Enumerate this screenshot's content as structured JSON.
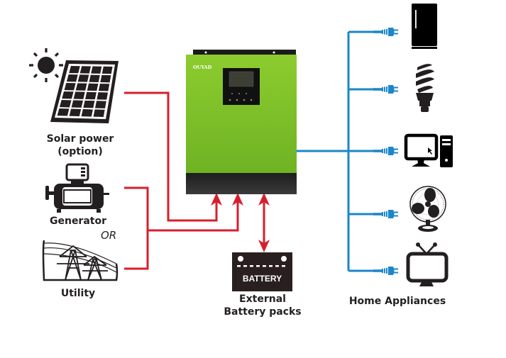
{
  "title": "Off-grid solar inverter system connection diagram",
  "colors": {
    "ac_input_line": "#d71f2c",
    "output_line": "#1b86c9",
    "inverter_body": "#7cc02a",
    "inverter_base": "#2b2b2b",
    "icon": "#231f20"
  },
  "inverter": {
    "brand": "OUYAD",
    "display_buttons": [
      "",
      "",
      "",
      ""
    ]
  },
  "sources": {
    "solar": {
      "label_line1": "Solar power",
      "label_line2": "(option)",
      "icon": "solar-panel-icon"
    },
    "generator": {
      "label": "Generator",
      "icon": "generator-icon"
    },
    "or_text": "OR",
    "utility": {
      "label": "Utility",
      "icon": "power-tower-icon"
    }
  },
  "battery": {
    "badge": "BATTERY",
    "label_line1": "External",
    "label_line2": "Battery packs"
  },
  "appliances": {
    "label": "Home Appliances",
    "items": [
      {
        "name": "refrigerator",
        "icon": "refrigerator-icon"
      },
      {
        "name": "light bulb",
        "icon": "cfl-bulb-icon"
      },
      {
        "name": "computer",
        "icon": "computer-icon"
      },
      {
        "name": "fan",
        "icon": "fan-icon"
      },
      {
        "name": "television",
        "icon": "tv-icon"
      }
    ]
  }
}
